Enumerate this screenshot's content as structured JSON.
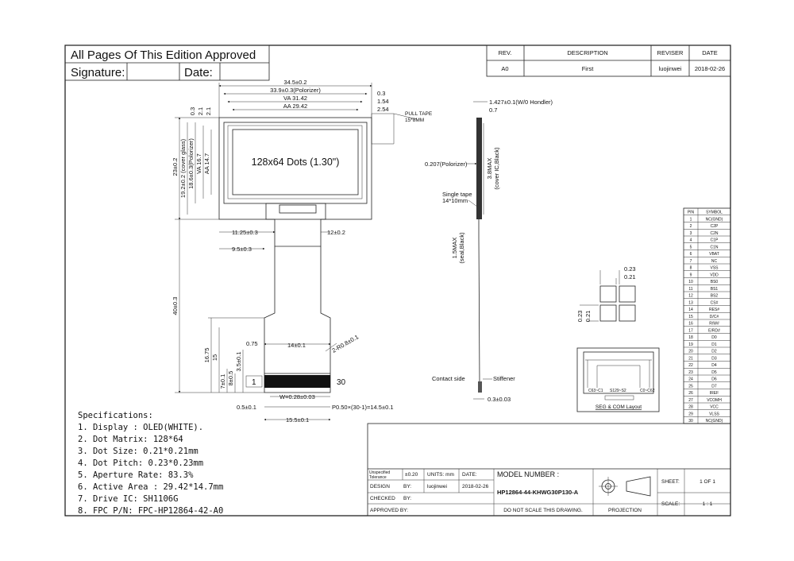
{
  "approval": {
    "heading": "All Pages Of This Edition Approved",
    "signature_label": "Signature:",
    "date_label": "Date:"
  },
  "revision": {
    "headers": [
      "REV.",
      "DESCRIPTION",
      "REVISER",
      "DATE"
    ],
    "row": [
      "A0",
      "First",
      "luojinwei",
      "2018-02-26"
    ]
  },
  "front_view": {
    "display_text": "128x64 Dots (1.30\")",
    "dims_top": [
      "34.5±0.2",
      "33.9±0.3(Polorizer)",
      "VA 31.42",
      "AA 29.42",
      "0.3",
      "1.54",
      "2.54"
    ],
    "pull_tape": [
      "PULL TAPE",
      "15*8MM"
    ],
    "dims_left": [
      "23±0.2",
      "19.2±0.2 (cover glass)",
      "18.6±0.3(Polorizer)",
      "VA 16.7",
      "AA 14.7",
      "0.3",
      "2.1",
      "2.1"
    ],
    "dims_fpc": [
      "11.25±0.3",
      "12±0.2",
      "9.5±0.3",
      "40±0.3",
      "16.75",
      "15",
      "14±0.1",
      "0.75",
      "3.5±0.1",
      "2-R0.8±0.1",
      "8±0.5",
      "7±0.1",
      "1",
      "30",
      "W=0.28±0.03",
      "P0.50×(30-1)=14.5±0.1",
      "0.5±0.1",
      "15.5±0.1"
    ]
  },
  "side_view": {
    "labels": [
      "1.427±0.1(W/0 Hondler)",
      "0.7",
      "0.207(Polorizer)",
      "3.8MAX",
      "(cover IC,Black)",
      "Single tape",
      "14*10mm",
      "1.5MAX",
      "(seal,Black)",
      "Contact side",
      "Stiffener",
      "0.3±0.03"
    ]
  },
  "pixel_detail": {
    "labels": [
      "0.23",
      "0.21",
      "0.23",
      "0.21"
    ]
  },
  "pin_table": {
    "headers": [
      "PIN",
      "SYMBOL"
    ],
    "rows": [
      [
        "1",
        "NC(GND)"
      ],
      [
        "2",
        "C2P"
      ],
      [
        "3",
        "C2N"
      ],
      [
        "4",
        "C1P"
      ],
      [
        "5",
        "C1N"
      ],
      [
        "6",
        "VBAT"
      ],
      [
        "7",
        "NC"
      ],
      [
        "8",
        "VSS"
      ],
      [
        "9",
        "VDD"
      ],
      [
        "10",
        "BS0"
      ],
      [
        "11",
        "BS1"
      ],
      [
        "12",
        "BS2"
      ],
      [
        "13",
        "CS#"
      ],
      [
        "14",
        "RES#"
      ],
      [
        "15",
        "D/C#"
      ],
      [
        "16",
        "R/W#"
      ],
      [
        "17",
        "E/RD#"
      ],
      [
        "18",
        "D0"
      ],
      [
        "19",
        "D1"
      ],
      [
        "20",
        "D2"
      ],
      [
        "21",
        "D3"
      ],
      [
        "22",
        "D4"
      ],
      [
        "23",
        "D5"
      ],
      [
        "24",
        "D6"
      ],
      [
        "25",
        "D7"
      ],
      [
        "26",
        "IREF"
      ],
      [
        "27",
        "VCOMH"
      ],
      [
        "28",
        "VCC"
      ],
      [
        "29",
        "VLSS"
      ],
      [
        "30",
        "NC(GND)"
      ]
    ]
  },
  "seg_layout": {
    "labels": [
      "C63~C1",
      "S129~S2",
      "C0~C62"
    ],
    "caption": "SEG & COM Layout"
  },
  "specs": {
    "heading": "Specifications:",
    "items": [
      "1. Display :  OLED(WHITE).",
      "2. Dot Matrix:  128*64",
      "3. Dot Size:  0.21*0.21mm",
      "4. Dot Pitch:  0.23*0.23mm",
      "5. Aperture Rate:  83.3%",
      "6. Active Area : 29.42*14.7mm",
      "7. Drive IC: SH1106G",
      "8. FPC P/N: FPC-HP12864-42-A0"
    ]
  },
  "title_block": {
    "tolerance_label": [
      "Unspecified",
      "Tolerance"
    ],
    "tolerance_value": "±0.20",
    "units": "UNITS: mm",
    "date_label": "DATE:",
    "model_label": "MODEL NUMBER :",
    "model_number": "HP12864-44-KHWG30P130-A",
    "sheet_label": "SHEET:",
    "sheet_value": "1 OF 1",
    "design_label": "DESIGN",
    "by_label": "BY:",
    "designer": "luojinwei",
    "design_date": "2018-02-26",
    "checked_label": "CHECKED",
    "checked_by": "BY:",
    "approved_label": "APPROVED BY:",
    "note": "DO NOT SCALE THIS DRAWING.",
    "projection": "PROJECTION",
    "scale_label": "SCALE:",
    "scale_value": "1 : 1"
  }
}
